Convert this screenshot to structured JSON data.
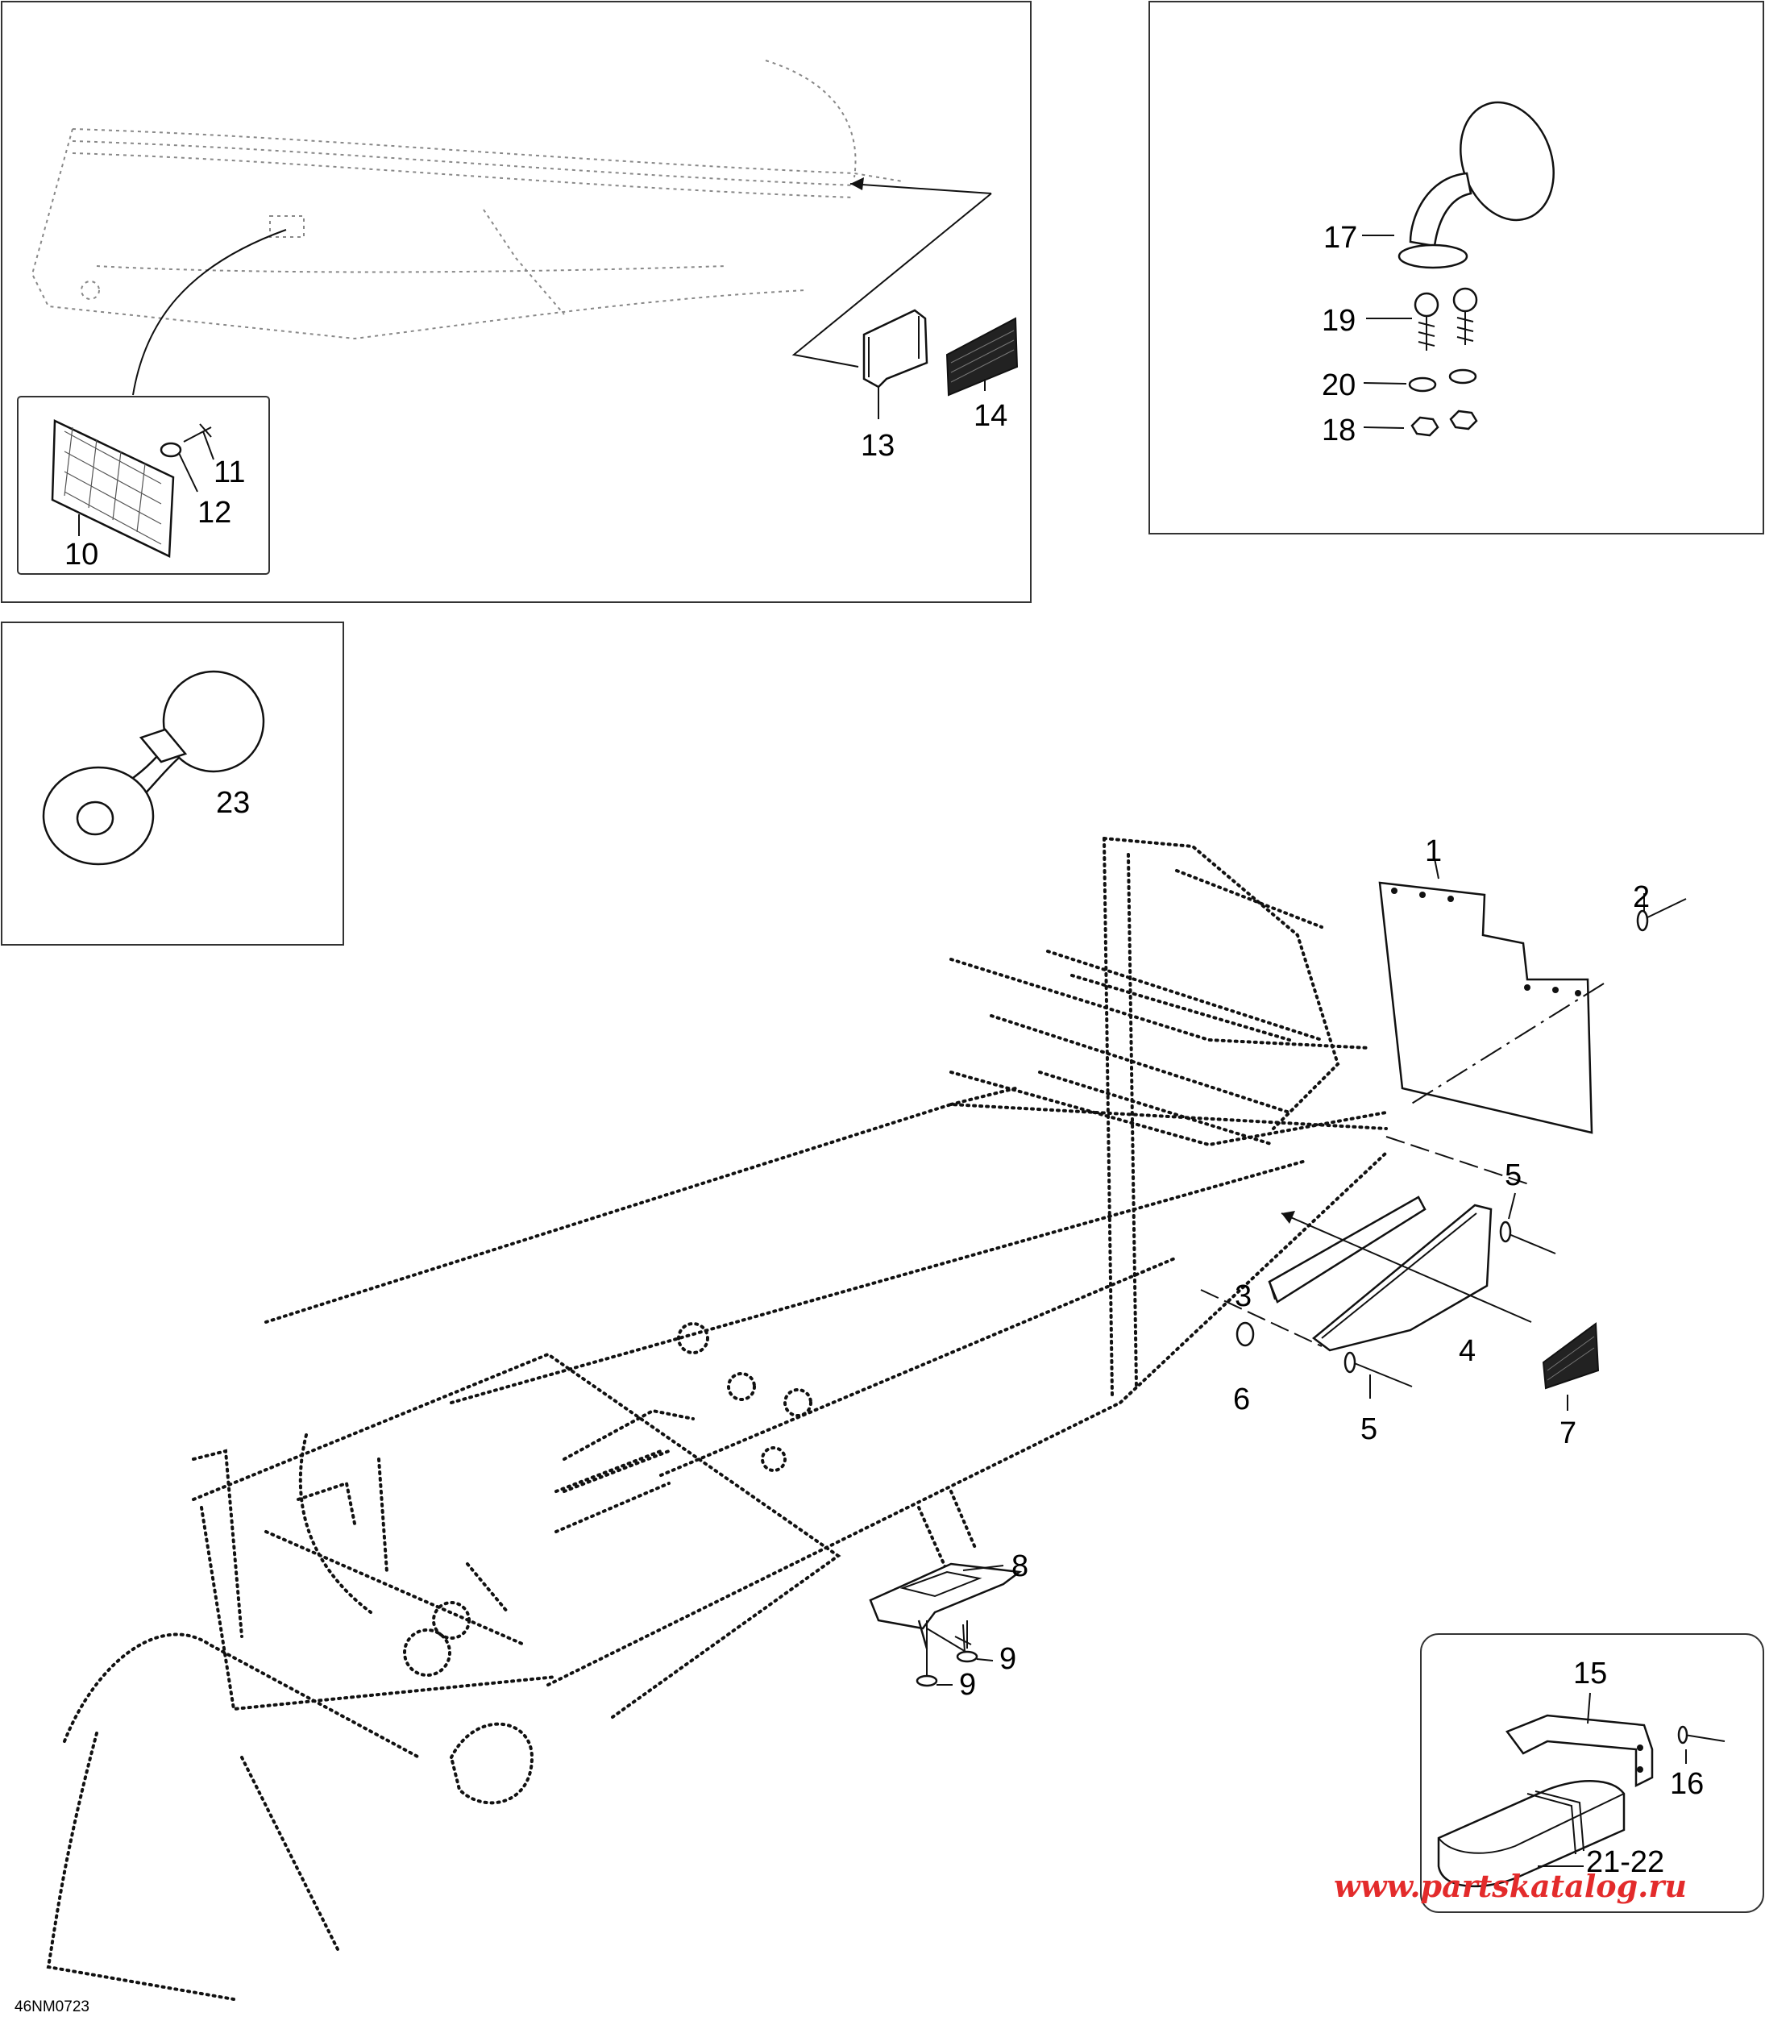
{
  "drawing_code": "46NM0723",
  "watermark": {
    "text": "www.partskatalog.ru",
    "color": "#e32b2b"
  },
  "callouts": {
    "c1": "1",
    "c2": "2",
    "c3": "3",
    "c4": "4",
    "c5a": "5",
    "c5b": "5",
    "c6": "6",
    "c7": "7",
    "c8": "8",
    "c9a": "9",
    "c9b": "9",
    "c10": "10",
    "c11": "11",
    "c12": "12",
    "c13": "13",
    "c14": "14",
    "c15": "15",
    "c16": "16",
    "c17": "17",
    "c18": "18",
    "c19": "19",
    "c20": "20",
    "c21_22": "21-22",
    "c23": "23"
  }
}
